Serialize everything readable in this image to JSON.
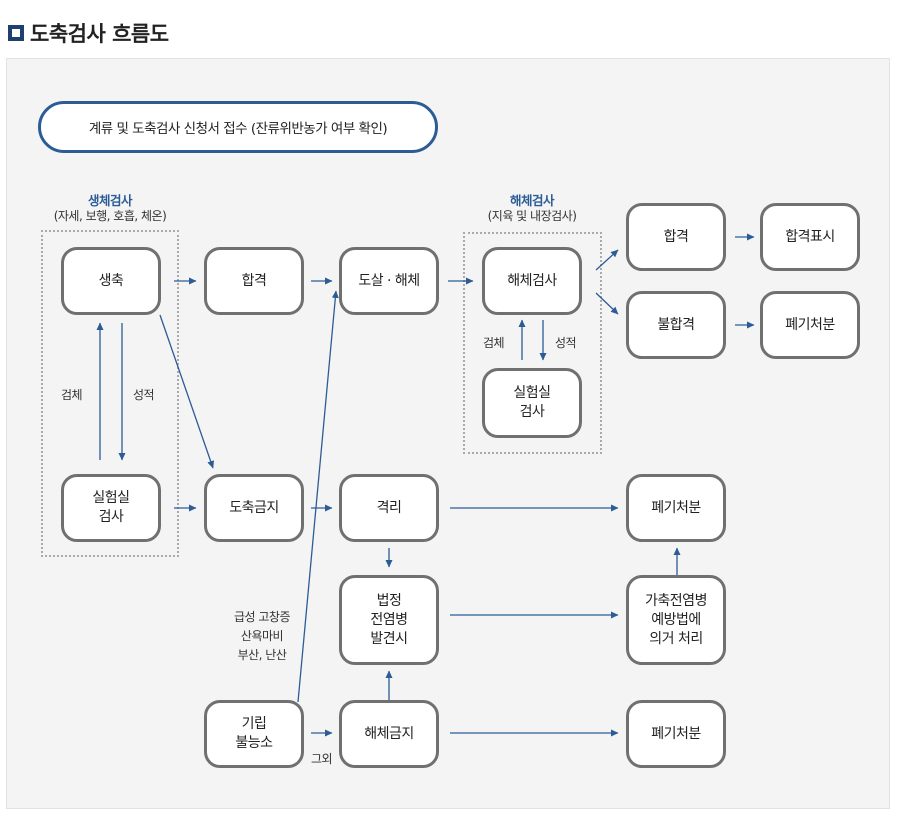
{
  "title": "도축검사 흐름도",
  "banner": "계류 및 도축검사 신청서 접수 (잔류위반농가 여부 확인)",
  "sections": {
    "live": {
      "title": "생체검사",
      "subtitle": "(자세, 보행, 호흡, 체온)"
    },
    "carcass": {
      "title": "해체검사",
      "subtitle": "(지육 및 내장검사)"
    }
  },
  "nodes": {
    "live_livestock": "생축",
    "lab_test_left": "실험실\n검사",
    "pass_mid": "합격",
    "slaughter_ban": "도축금지",
    "stand_unable": "기립\n불능소",
    "slaughter": "도살 · 해체",
    "isolation": "격리",
    "legal_disease": "법정\n전염병\n발견시",
    "dismantle_ban": "해체금지",
    "carcass_inspection": "해체검사",
    "lab_test_right": "실험실\n검사",
    "pass_right": "합격",
    "fail": "불합격",
    "pass_mark": "합격표시",
    "disposal_1": "폐기처분",
    "disposal_2": "폐기처분",
    "prevention_law": "가축전염병\n예방법에\n의거 처리",
    "disposal_3": "폐기처분"
  },
  "labels": {
    "specimen_left": "검체",
    "result_left": "성적",
    "specimen_right": "검체",
    "result_right": "성적",
    "acute_conditions": "급성 고창증\n산욕마비\n부산, 난산",
    "other": "그외"
  },
  "colors": {
    "accent": "#2b5c96",
    "node_border": "#707070",
    "panel": "#f4f4f4",
    "title_icon": "#1f3f73"
  }
}
